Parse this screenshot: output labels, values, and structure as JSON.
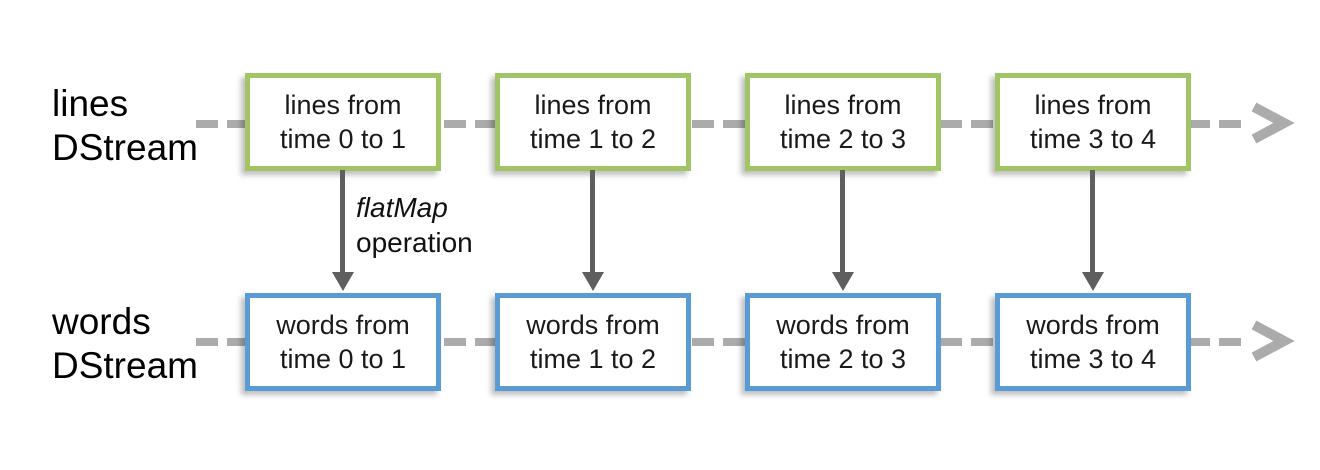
{
  "rows": [
    {
      "label": [
        "lines",
        "DStream"
      ],
      "boxes": [
        {
          "line1": "lines from",
          "line2": "time 0 to 1"
        },
        {
          "line1": "lines from",
          "line2": "time 1 to 2"
        },
        {
          "line1": "lines from",
          "line2": "time 2 to 3"
        },
        {
          "line1": "lines from",
          "line2": "time 3 to 4"
        }
      ]
    },
    {
      "label": [
        "words",
        "DStream"
      ],
      "boxes": [
        {
          "line1": "words from",
          "line2": "time 0 to 1"
        },
        {
          "line1": "words from",
          "line2": "time 1 to 2"
        },
        {
          "line1": "words from",
          "line2": "time 2 to 3"
        },
        {
          "line1": "words from",
          "line2": "time 3 to 4"
        }
      ]
    }
  ],
  "operation": {
    "name": "flatMap",
    "label": "operation"
  },
  "icons": {
    "timeline_arrow": "chevron-right-icon"
  },
  "colors": {
    "lines_border": "#a1c464",
    "words_border": "#5b9bd5",
    "timeline": "#ababab",
    "op_arrow": "#5f5f5f",
    "text": "#1a1a1a"
  }
}
